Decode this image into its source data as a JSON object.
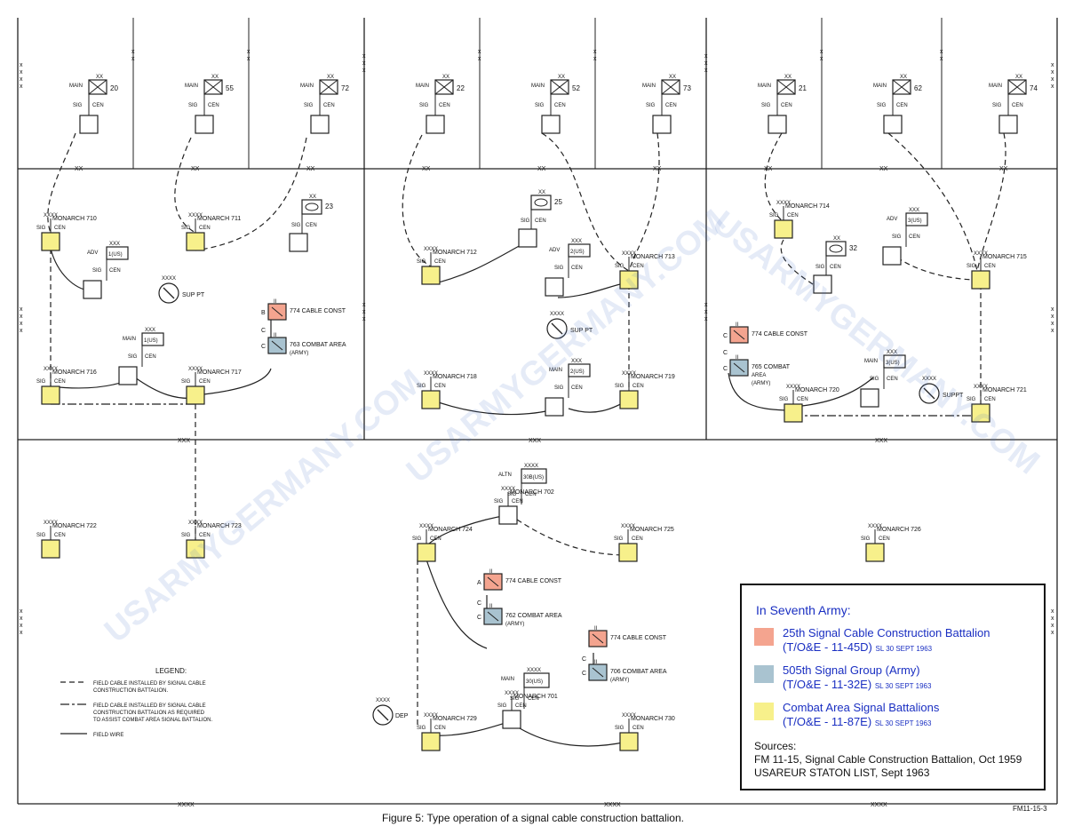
{
  "boundaries": {
    "corps": "XXX",
    "army": "XXXX",
    "division": "XX"
  },
  "divisions": [
    {
      "num": "20",
      "main": "MAIN"
    },
    {
      "num": "55",
      "main": "MAIN"
    },
    {
      "num": "72",
      "main": "MAIN"
    },
    {
      "num": "22",
      "main": "MAIN"
    },
    {
      "num": "52",
      "main": "MAIN"
    },
    {
      "num": "73",
      "main": "MAIN"
    },
    {
      "num": "21",
      "main": "MAIN"
    },
    {
      "num": "62",
      "main": "MAIN"
    },
    {
      "num": "74",
      "main": "MAIN"
    }
  ],
  "sig_cen": {
    "sig": "SIG",
    "cen": "CEN"
  },
  "corps_hq": [
    {
      "tag": "ADV",
      "label": "1(US)"
    },
    {
      "tag": "ADV",
      "label": "2(US)"
    },
    {
      "tag": "ADV",
      "label": "3(US)"
    },
    {
      "tag": "MAIN",
      "label": "1(US)"
    },
    {
      "tag": "MAIN",
      "label": "2(US)"
    },
    {
      "tag": "MAIN",
      "label": "3(US)"
    }
  ],
  "armored": [
    {
      "num": "23"
    },
    {
      "num": "25"
    },
    {
      "num": "32"
    }
  ],
  "monarchs": {
    "710": "MONARCH 710",
    "711": "MONARCH 711",
    "712": "MONARCH 712",
    "713": "MONARCH 713",
    "714": "MONARCH 714",
    "715": "MONARCH 715",
    "716": "MONARCH 716",
    "717": "MONARCH 717",
    "718": "MONARCH 718",
    "719": "MONARCH 719",
    "720": "MONARCH 720",
    "721": "MONARCH 721",
    "722": "MONARCH 722",
    "723": "MONARCH 723",
    "724": "MONARCH 724",
    "725": "MONARCH 725",
    "726": "MONARCH 726",
    "729": "MONARCH 729",
    "730": "MONARCH 730",
    "702": "MONARCH 702",
    "701": "MONARCH 701"
  },
  "supply_points": [
    "SUP PT",
    "SUP PT",
    "SUPPT"
  ],
  "depot": "DEP",
  "cable_units": [
    {
      "company": "B",
      "name": "774 CABLE CONST"
    },
    {
      "company": "C",
      "name": "774 CABLE CONST"
    },
    {
      "company": "A",
      "name": "774 CABLE CONST"
    },
    {
      "company": "",
      "name": "774 CABLE CONST"
    }
  ],
  "combat_units": [
    {
      "company": "C",
      "name": "763 COMBAT AREA",
      "sub": "(ARMY)"
    },
    {
      "company": "C",
      "name": "765 COMBAT",
      "sub2": "AREA",
      "sub": "(ARMY)"
    },
    {
      "company": "C",
      "name": "762 COMBAT AREA",
      "sub": "(ARMY)"
    },
    {
      "company": "C",
      "name": "706 COMBAT AREA",
      "sub": "(ARMY)"
    }
  ],
  "army_hq": [
    {
      "tag": "ALTN",
      "label": "30B(US)"
    },
    {
      "tag": "MAIN",
      "label": "30(US)"
    }
  ],
  "diagram_legend": {
    "title": "LEGEND:",
    "items": [
      "FIELD CABLE INSTALLED BY SIGNAL CABLE",
      "CONSTRUCTION BATTALION.",
      "FIELD CABLE INSTALLED BY SIGNAL CABLE",
      "CONSTRUCTION BATTALION AS REQUIRED",
      "TO ASSIST COMBAT AREA SIGNAL BATTALION.",
      "FIELD WIRE"
    ]
  },
  "key": {
    "title": "In Seventh Army:",
    "entries": [
      {
        "color": "#f4a48f",
        "name": "25th Signal Cable Construction Battalion",
        "toe": "(T/O&E - 11-45D)",
        "sl": "SL 30 SEPT 1963"
      },
      {
        "color": "#a9c3d0",
        "name": "505th Signal Group (Army)",
        "toe": "(T/O&E - 11-32E)",
        "sl": "SL 30 SEPT 1963"
      },
      {
        "color": "#f7f08b",
        "name": "Combat Area Signal Battalions",
        "toe": "(T/O&E - 11-87E)",
        "sl": "SL 30 SEPT 1963"
      }
    ],
    "sources_title": "Sources:",
    "sources": [
      "FM 11-15, Signal Cable Construction Battalion, Oct 1959",
      "USAREUR STATON LIST, Sept 1963"
    ]
  },
  "caption": "Figure 5: Type operation of a signal cable construction battalion.",
  "fm_code": "FM11-15-3",
  "watermark": "USARMYGERMANY.COM",
  "colors": {
    "cable": "#f4a48f",
    "group": "#a9c3d0",
    "combat": "#f7f08b"
  }
}
